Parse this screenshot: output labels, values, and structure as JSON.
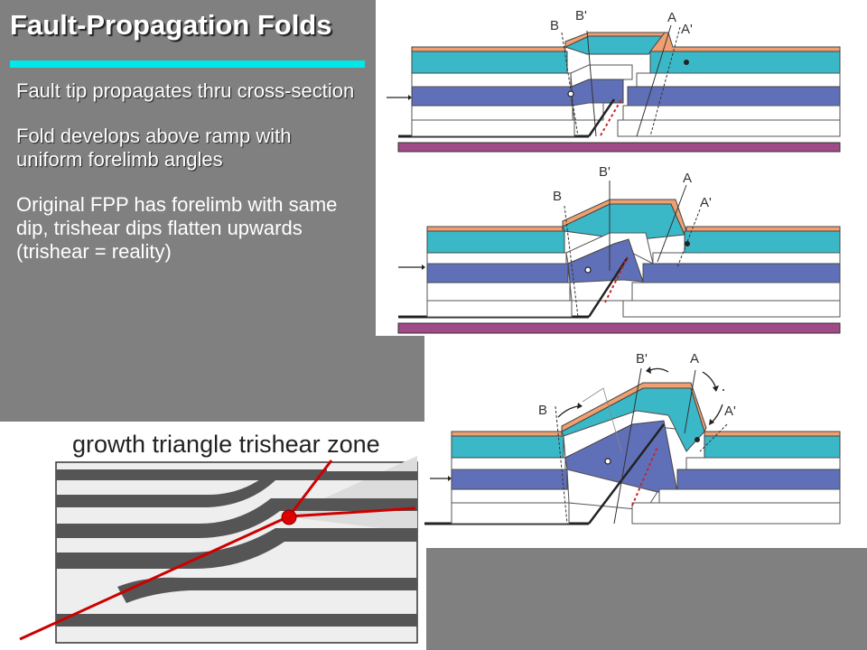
{
  "title": "Fault-Propagation Folds",
  "bullets": [
    "Fault tip propagates thru cross-section",
    "Fold develops above ramp with uniform forelimb angles",
    "Original FPP has forelimb with same dip, trishear dips flatten upwards (trishear = reality)"
  ],
  "colors": {
    "background": "#808080",
    "accent_rule": "#00e8e8",
    "orange_layer": "#f0a070",
    "teal_layer": "#3bb8c8",
    "blue_layer": "#6070b8",
    "basement": "#a04a88",
    "fault_trace": "#cc2222"
  },
  "diagrams": [
    {
      "labels": [
        "B",
        "B'",
        "A",
        "A'"
      ]
    },
    {
      "labels": [
        "B",
        "B'",
        "A",
        "A'"
      ]
    },
    {
      "labels": [
        "B",
        "B'",
        "A",
        "A'"
      ]
    }
  ],
  "sketch": {
    "caption": "growth triangle trishear zone"
  }
}
